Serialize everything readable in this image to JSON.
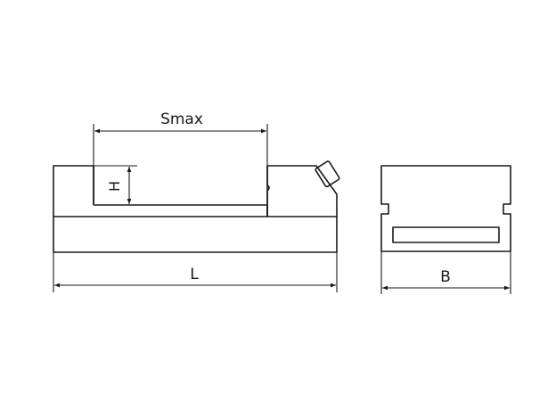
{
  "dimensions": {
    "smax_label": "Smax",
    "h_label": "H",
    "l_label": "L",
    "b_label": "B"
  }
}
